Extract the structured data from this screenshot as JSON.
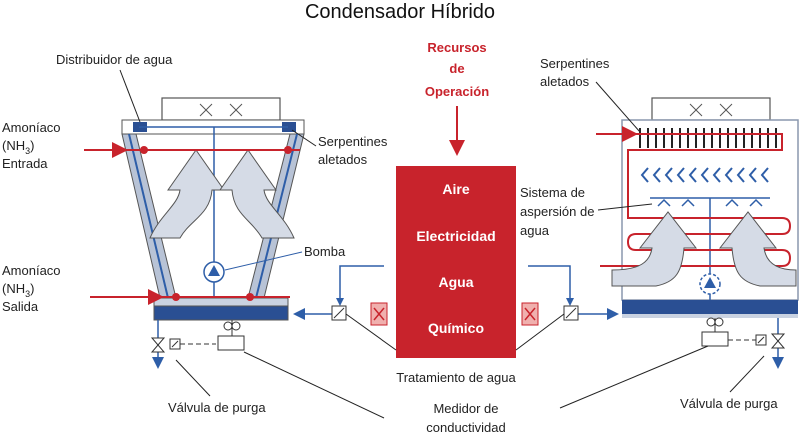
{
  "title": "Condensador Híbrido",
  "resources": {
    "header": [
      "Recursos",
      "de",
      "Operación"
    ],
    "items": [
      "Aire",
      "Electricidad",
      "Agua",
      "Químico"
    ]
  },
  "labels": {
    "water_distributor": "Distribuidor de agua",
    "ammonia_in": [
      "Amoníaco",
      "(NH",
      "3",
      ")",
      "Entrada"
    ],
    "ammonia_out": [
      "Amoníaco",
      "(NH",
      "3",
      ")",
      "Salida"
    ],
    "finned_coils_left": [
      "Serpentines",
      "aletados"
    ],
    "finned_coils_right": [
      "Serpentines",
      "aletados"
    ],
    "pump": "Bomba",
    "spray_system": [
      "Sistema de",
      "aspersión de",
      "agua"
    ],
    "water_treatment": "Tratamiento de agua",
    "blowdown_left": "Válvula de purga",
    "blowdown_right": "Válvula de purga",
    "conductivity_meter": [
      "Medidor de",
      "conductividad"
    ]
  },
  "colors": {
    "red": "#c8232c",
    "blue": "#2e5ea8",
    "dark_blue": "#2a4f93",
    "grey_arrow": "#d5dbe6",
    "grey_frame": "#8a97ad",
    "resource_box": "#c8232c"
  }
}
